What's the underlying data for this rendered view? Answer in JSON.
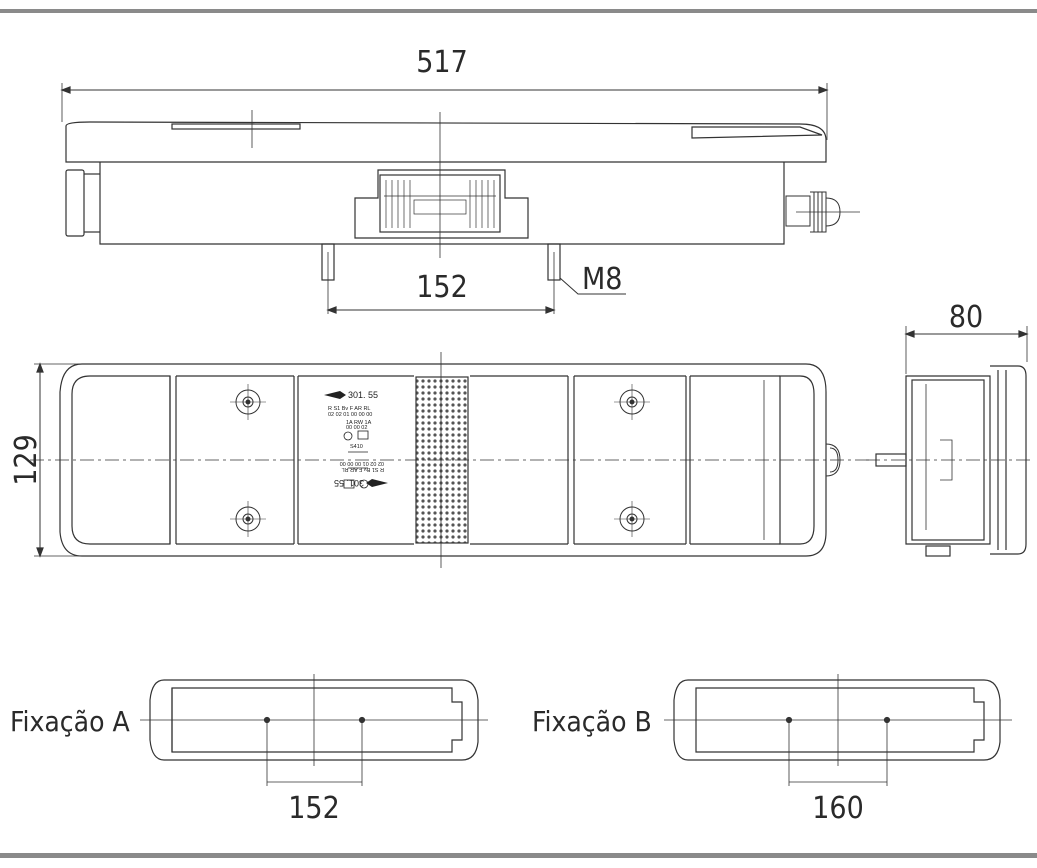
{
  "dimensions": {
    "total_length": "517",
    "mount_spacing_top": "152",
    "thread": "M8",
    "height": "129",
    "depth": "80",
    "fix_a_spacing": "152",
    "fix_b_spacing": "160"
  },
  "labels": {
    "fixation_a": "Fixação A",
    "fixation_b": "Fixação B"
  },
  "markings": {
    "model": "301. 55",
    "code": "S410"
  }
}
